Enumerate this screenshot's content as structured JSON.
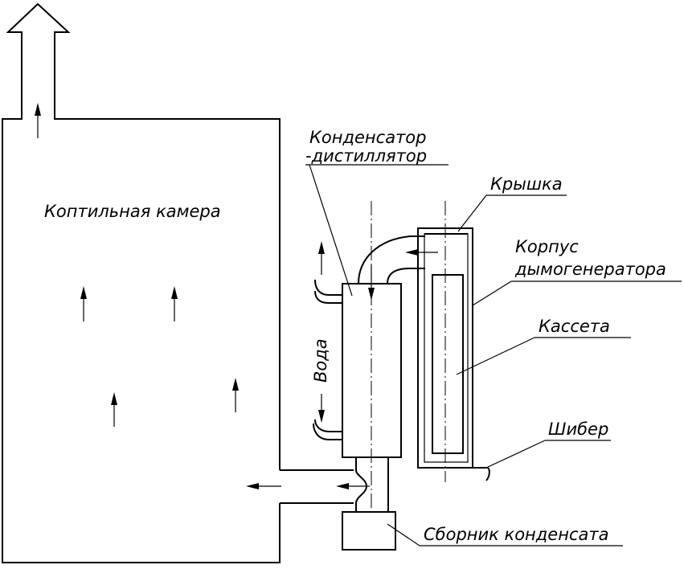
{
  "labels": {
    "smoking_chamber": "Коптильная камера",
    "condenser_line1": "Конденсатор",
    "condenser_line2": "-дистиллятор",
    "lid": "Крышка",
    "body_line1": "Корпус",
    "body_line2": "дымогенератора",
    "cassette": "Кассета",
    "damper": "Шибер",
    "water": "Вода",
    "collector": "Сборник конденсата"
  }
}
